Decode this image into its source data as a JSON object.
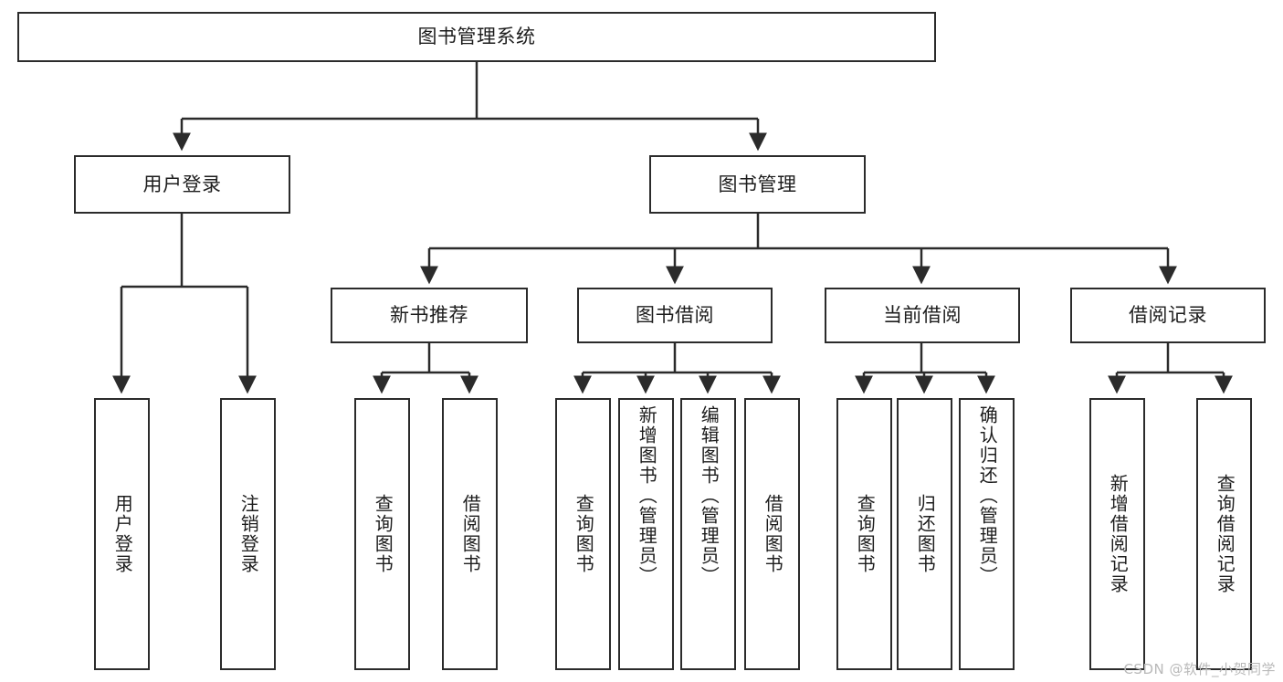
{
  "diagram": {
    "title": "图书管理系统",
    "type": "tree-hierarchy-chart",
    "root": {
      "label": "图书管理系统"
    },
    "level2": [
      {
        "label": "用户登录"
      },
      {
        "label": "图书管理"
      }
    ],
    "level3": [
      {
        "label": "新书推荐"
      },
      {
        "label": "图书借阅"
      },
      {
        "label": "当前借阅"
      },
      {
        "label": "借阅记录"
      }
    ],
    "leaves": {
      "user_login": [
        {
          "label": "用户登录"
        },
        {
          "label": "注销登录"
        }
      ],
      "new_book_recommend": [
        {
          "label": "查询图书"
        },
        {
          "label": "借阅图书"
        }
      ],
      "book_borrow": [
        {
          "label": "查询图书"
        },
        {
          "label": "新增图书（管理员）"
        },
        {
          "label": "编辑图书（管理员）"
        },
        {
          "label": "借阅图书"
        }
      ],
      "current_borrow": [
        {
          "label": "查询图书"
        },
        {
          "label": "归还图书"
        },
        {
          "label": "确认归还（管理员）"
        }
      ],
      "borrow_records": [
        {
          "label": "新增借阅记录"
        },
        {
          "label": "查询借阅记录"
        }
      ]
    }
  },
  "watermark": {
    "text": "CSDN @软件_小贺同学"
  },
  "colors": {
    "stroke": "#2b2b2b",
    "background": "#ffffff",
    "text": "#1d1d1d",
    "watermark": "#b9b9b9"
  }
}
